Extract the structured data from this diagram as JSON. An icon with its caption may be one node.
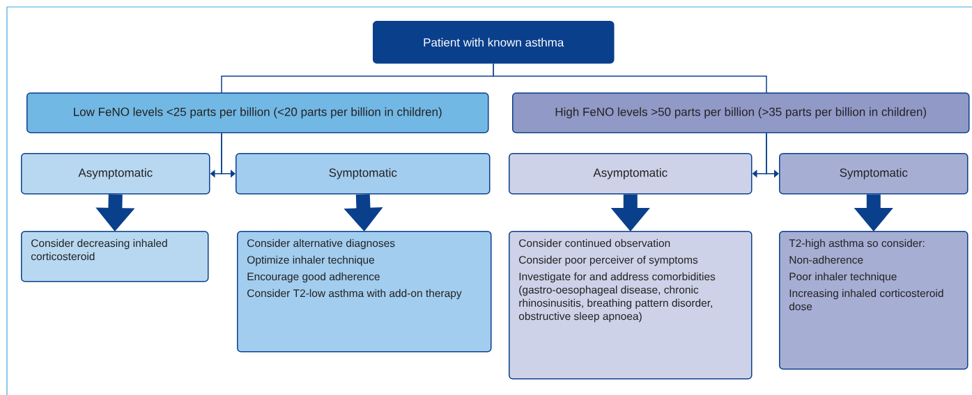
{
  "diagram": {
    "nodes": [
      {
        "text": [
          "Patient with known asthma"
        ]
      },
      {
        "text": [
          "Low FeNO levels <25 parts per billion (<20 parts per billion in children)"
        ]
      },
      {
        "text": [
          "High FeNO levels >50 parts per billion (>35 parts per billion in children)"
        ]
      },
      {
        "text": [
          "Asymptomatic"
        ]
      },
      {
        "text": [
          "Symptomatic"
        ]
      },
      {
        "text": [
          "Asymptomatic"
        ]
      },
      {
        "text": [
          "Symptomatic"
        ]
      },
      {
        "text": [
          "Consider decreasing inhaled corticosteroid"
        ]
      },
      {
        "text": [
          "Consider alternative diagnoses",
          "Optimize inhaler technique",
          "Encourage good adherence",
          "Consider T2-low asthma with add-on therapy"
        ]
      },
      {
        "text": [
          "Consider continued observation",
          "Consider poor perceiver of symptoms",
          "Investigate for and address comorbidities (gastro-oesophageal disease, chronic rhinosinusitis, breathing pattern disorder, obstructive sleep apnoea)"
        ]
      },
      {
        "text": [
          "T2-high asthma so consider:",
          "Non-adherence",
          "Poor inhaler technique",
          "Increasing inhaled corticosteroid dose"
        ]
      }
    ],
    "edges": [
      {
        "from": 0,
        "to": 1,
        "arrow": "none"
      },
      {
        "from": 0,
        "to": 2,
        "arrow": "none"
      },
      {
        "from": 1,
        "to": 3,
        "arrow": "to"
      },
      {
        "from": 1,
        "to": 4,
        "arrow": "to"
      },
      {
        "from": 2,
        "to": 5,
        "arrow": "to"
      },
      {
        "from": 2,
        "to": 6,
        "arrow": "to"
      },
      {
        "from": 3,
        "to": 7,
        "arrow": "to",
        "style": "thick"
      },
      {
        "from": 4,
        "to": 8,
        "arrow": "to",
        "style": "thick"
      },
      {
        "from": 5,
        "to": 9,
        "arrow": "to",
        "style": "thick"
      },
      {
        "from": 6,
        "to": 10,
        "arrow": "to",
        "style": "thick"
      }
    ]
  }
}
